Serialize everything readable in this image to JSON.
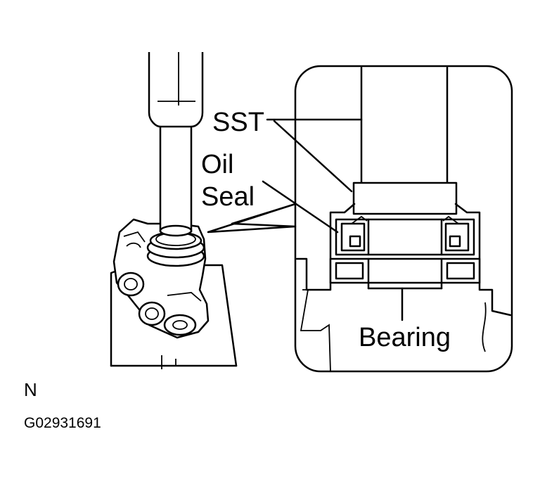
{
  "labels": {
    "sst": "SST",
    "oil": "Oil",
    "seal": "Seal",
    "bearing": "Bearing",
    "view_mark": "N",
    "figure_code": "G02931691"
  }
}
